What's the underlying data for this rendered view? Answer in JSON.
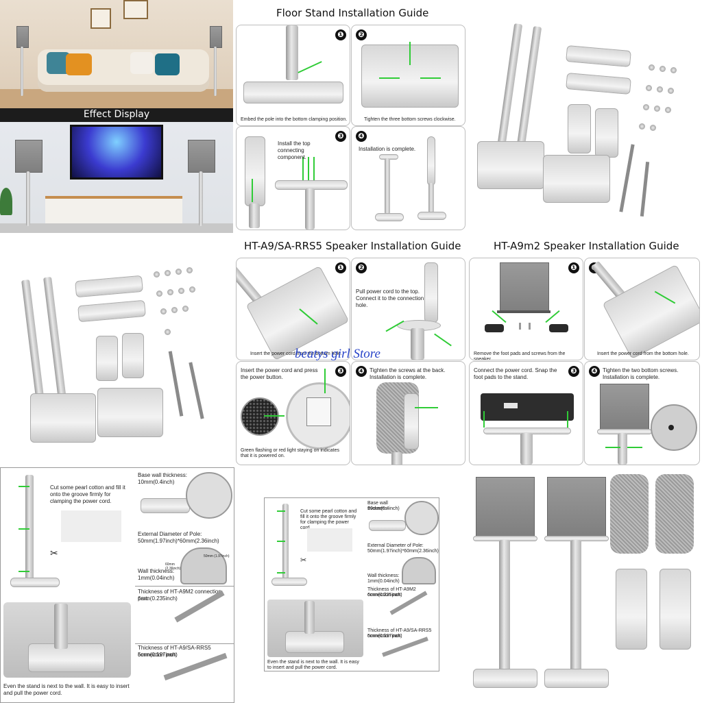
{
  "headings": {
    "effect_display": "Effect Display",
    "floor_stand_guide": "Floor Stand Installation Guide",
    "ht_a9_guide": "HT-A9/SA-RRS5 Speaker Installation Guide",
    "ht_a9m2_guide": "HT-A9m2 Speaker Installation Guide"
  },
  "floor_stand_steps": [
    {
      "number": "❶",
      "text": "Embed the pole into the bottom clamping position."
    },
    {
      "number": "❷",
      "text": "Tighten the three bottom screws clockwise."
    },
    {
      "number": "❸",
      "text": "Install the top connecting component."
    },
    {
      "number": "❹",
      "text": "Installation is complete."
    }
  ],
  "ht_a9_steps": [
    {
      "number": "❶",
      "text": "Insert the power cord from the bottom hole."
    },
    {
      "number": "❷",
      "text": "Pull power cord to the top. Connect it to the connection hole."
    },
    {
      "number": "❸",
      "text": "Insert the power cord and press the power button."
    },
    {
      "number": "❹",
      "text": "Tighten the screws at the back. Installation is complete."
    }
  ],
  "ht_a9_step3_note": "Green flashing or red light staying on indicates that it is powered on.",
  "ht_a9m2_steps": [
    {
      "number": "❶",
      "text": "Remove the foot pads and screws from the speaker."
    },
    {
      "number": "❷",
      "text": "Insert the power cord from the bottom hole."
    },
    {
      "number": "❸",
      "text": "Connect the power cord. Snap the foot pads to the stand."
    },
    {
      "number": "❹",
      "text": "Tighten the two bottom screws. Installation is complete."
    }
  ],
  "watermark": "beatys girl Store",
  "spec_sheet": {
    "pearl_cotton": "Cut some pearl cotton and fill it onto the groove firmly for clamping the power cord.",
    "base_wall_label": "Base wall thickness:",
    "base_wall_value": "10mm(0.4inch)",
    "pole_diameter_label": "External Diameter of Pole:",
    "pole_diameter_value": "50mm(1.97inch)*60mm(2.36inch)",
    "dim_50": "50mm (1.97inch)",
    "dim_60": "60mm (2.36inch)",
    "wall_label": "Wall thickness:",
    "wall_value": "1mm(0.04inch)",
    "a9m2_conn_label": "Thickness of HT-A9M2 connection part:",
    "a9m2_conn_value": "6mm(0.235inch)",
    "a9_conn_label": "Thickness of HT-A9/SA-RRS5 connection part:",
    "a9_conn_value": "5mm(0.197inch)",
    "stand_wall_note": "Even the stand is next to the wall. It is easy to insert and pull the power cord."
  },
  "colors": {
    "arrow_green": "#2fcc36",
    "watermark_blue": "#2743c8",
    "panel_border": "#bdbdbd",
    "stand_silver": "#c8c8c8"
  }
}
